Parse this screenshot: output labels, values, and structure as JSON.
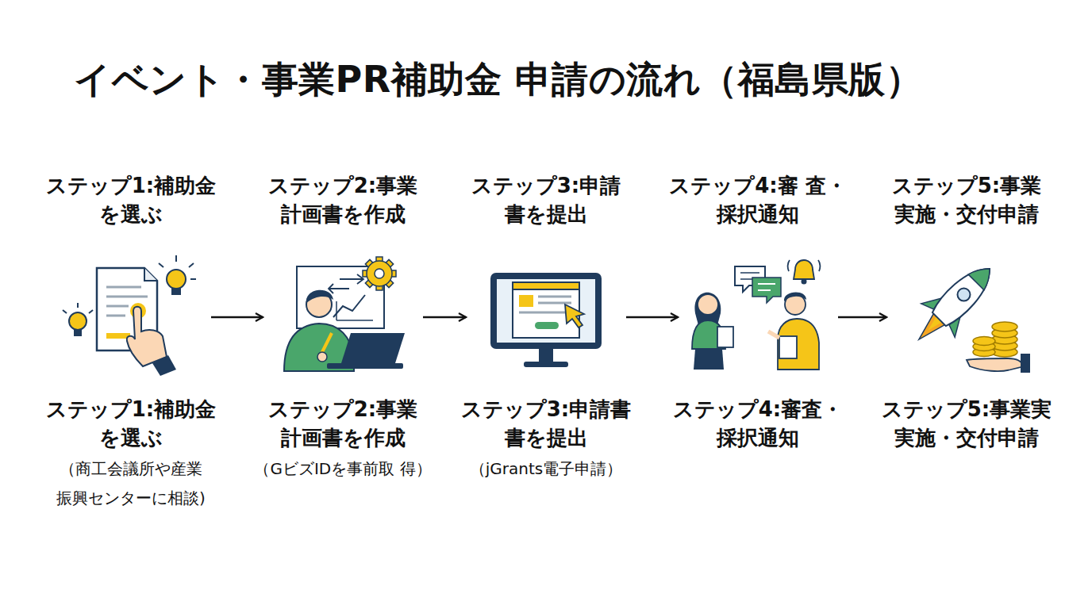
{
  "diagram": {
    "title": "イベント・事業PR補助金 申請の流れ（福島県版）",
    "nodes": [
      {
        "text": [
          "ステップ1:補助金 を選ぶ",
          "ステップ1:補助金 を選ぶ",
          "（商工会議所や産業 振興センターに相談)"
        ]
      },
      {
        "text": [
          "ステップ2:事業 計画書を作成",
          "ステップ2:事業 計画書を作成",
          "（GビズIDを事前取 得）"
        ]
      },
      {
        "text": [
          "ステップ3:申請 書を提出",
          "ステップ3:申請書 書を提出",
          "（jGrants電子申請）"
        ]
      },
      {
        "text": [
          "ステップ4:審 査・採択通知",
          "ステップ4:審査・ 採択通知"
        ]
      },
      {
        "text": [
          "ステップ5:事業 実施・交付申請",
          "ステップ5:事業実 実施・交付申請"
        ]
      }
    ],
    "edges": [
      {
        "from": 0,
        "to": 1,
        "arrow": "to"
      },
      {
        "from": 1,
        "to": 2,
        "arrow": "to"
      },
      {
        "from": 2,
        "to": 3,
        "arrow": "to"
      },
      {
        "from": 3,
        "to": 4,
        "arrow": "to"
      }
    ]
  }
}
